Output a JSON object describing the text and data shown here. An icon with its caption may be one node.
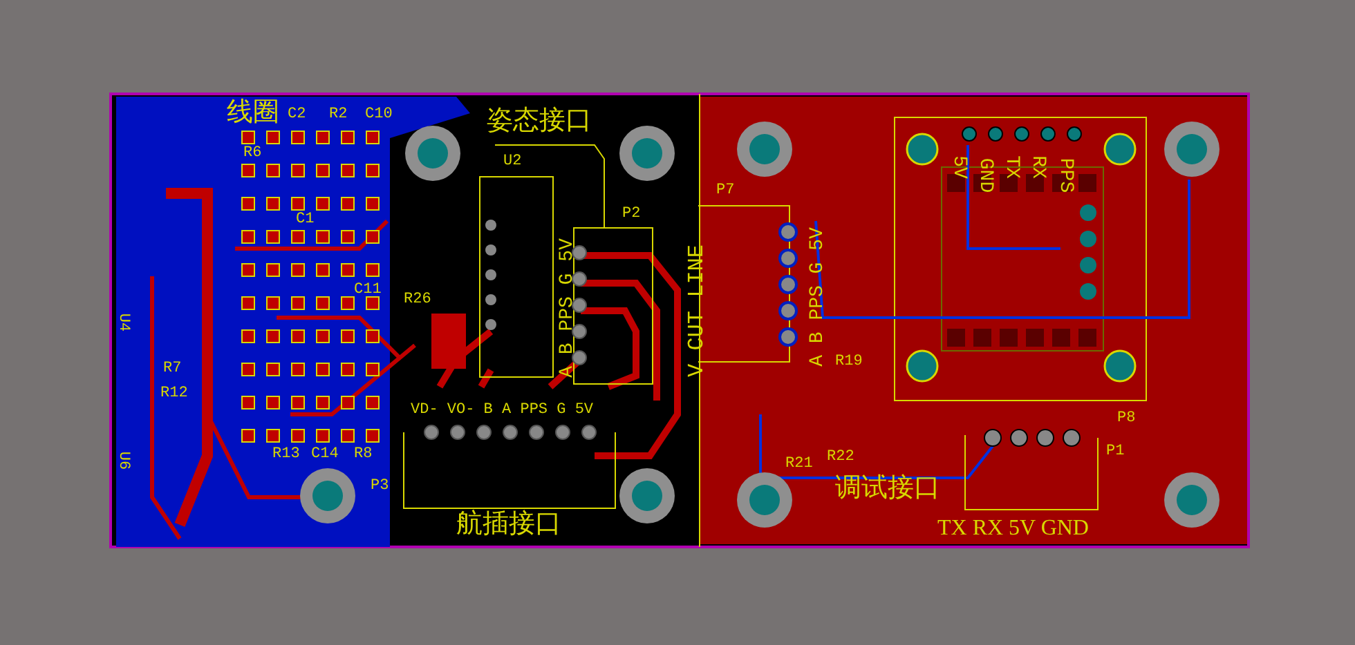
{
  "diagram": {
    "labels": [
      "线圈",
      "C2",
      "R2",
      "C10",
      "R6",
      "C1",
      "C11",
      "R7",
      "R12",
      "U4",
      "U6",
      "R13",
      "C14",
      "R8",
      "P3",
      "R26",
      "姿态接口",
      "U2",
      "P2",
      "A B PPS G 5V",
      "VD- VO- B A PPS G 5V",
      "航插接口",
      "V CUT LINE",
      "P7",
      "A B PPS G 5V",
      "5V",
      "GND",
      "TX",
      "RX",
      "PPS",
      "P8",
      "R19",
      "R21",
      "R22",
      "P1",
      "调试接口",
      "TX RX 5V GND"
    ]
  }
}
